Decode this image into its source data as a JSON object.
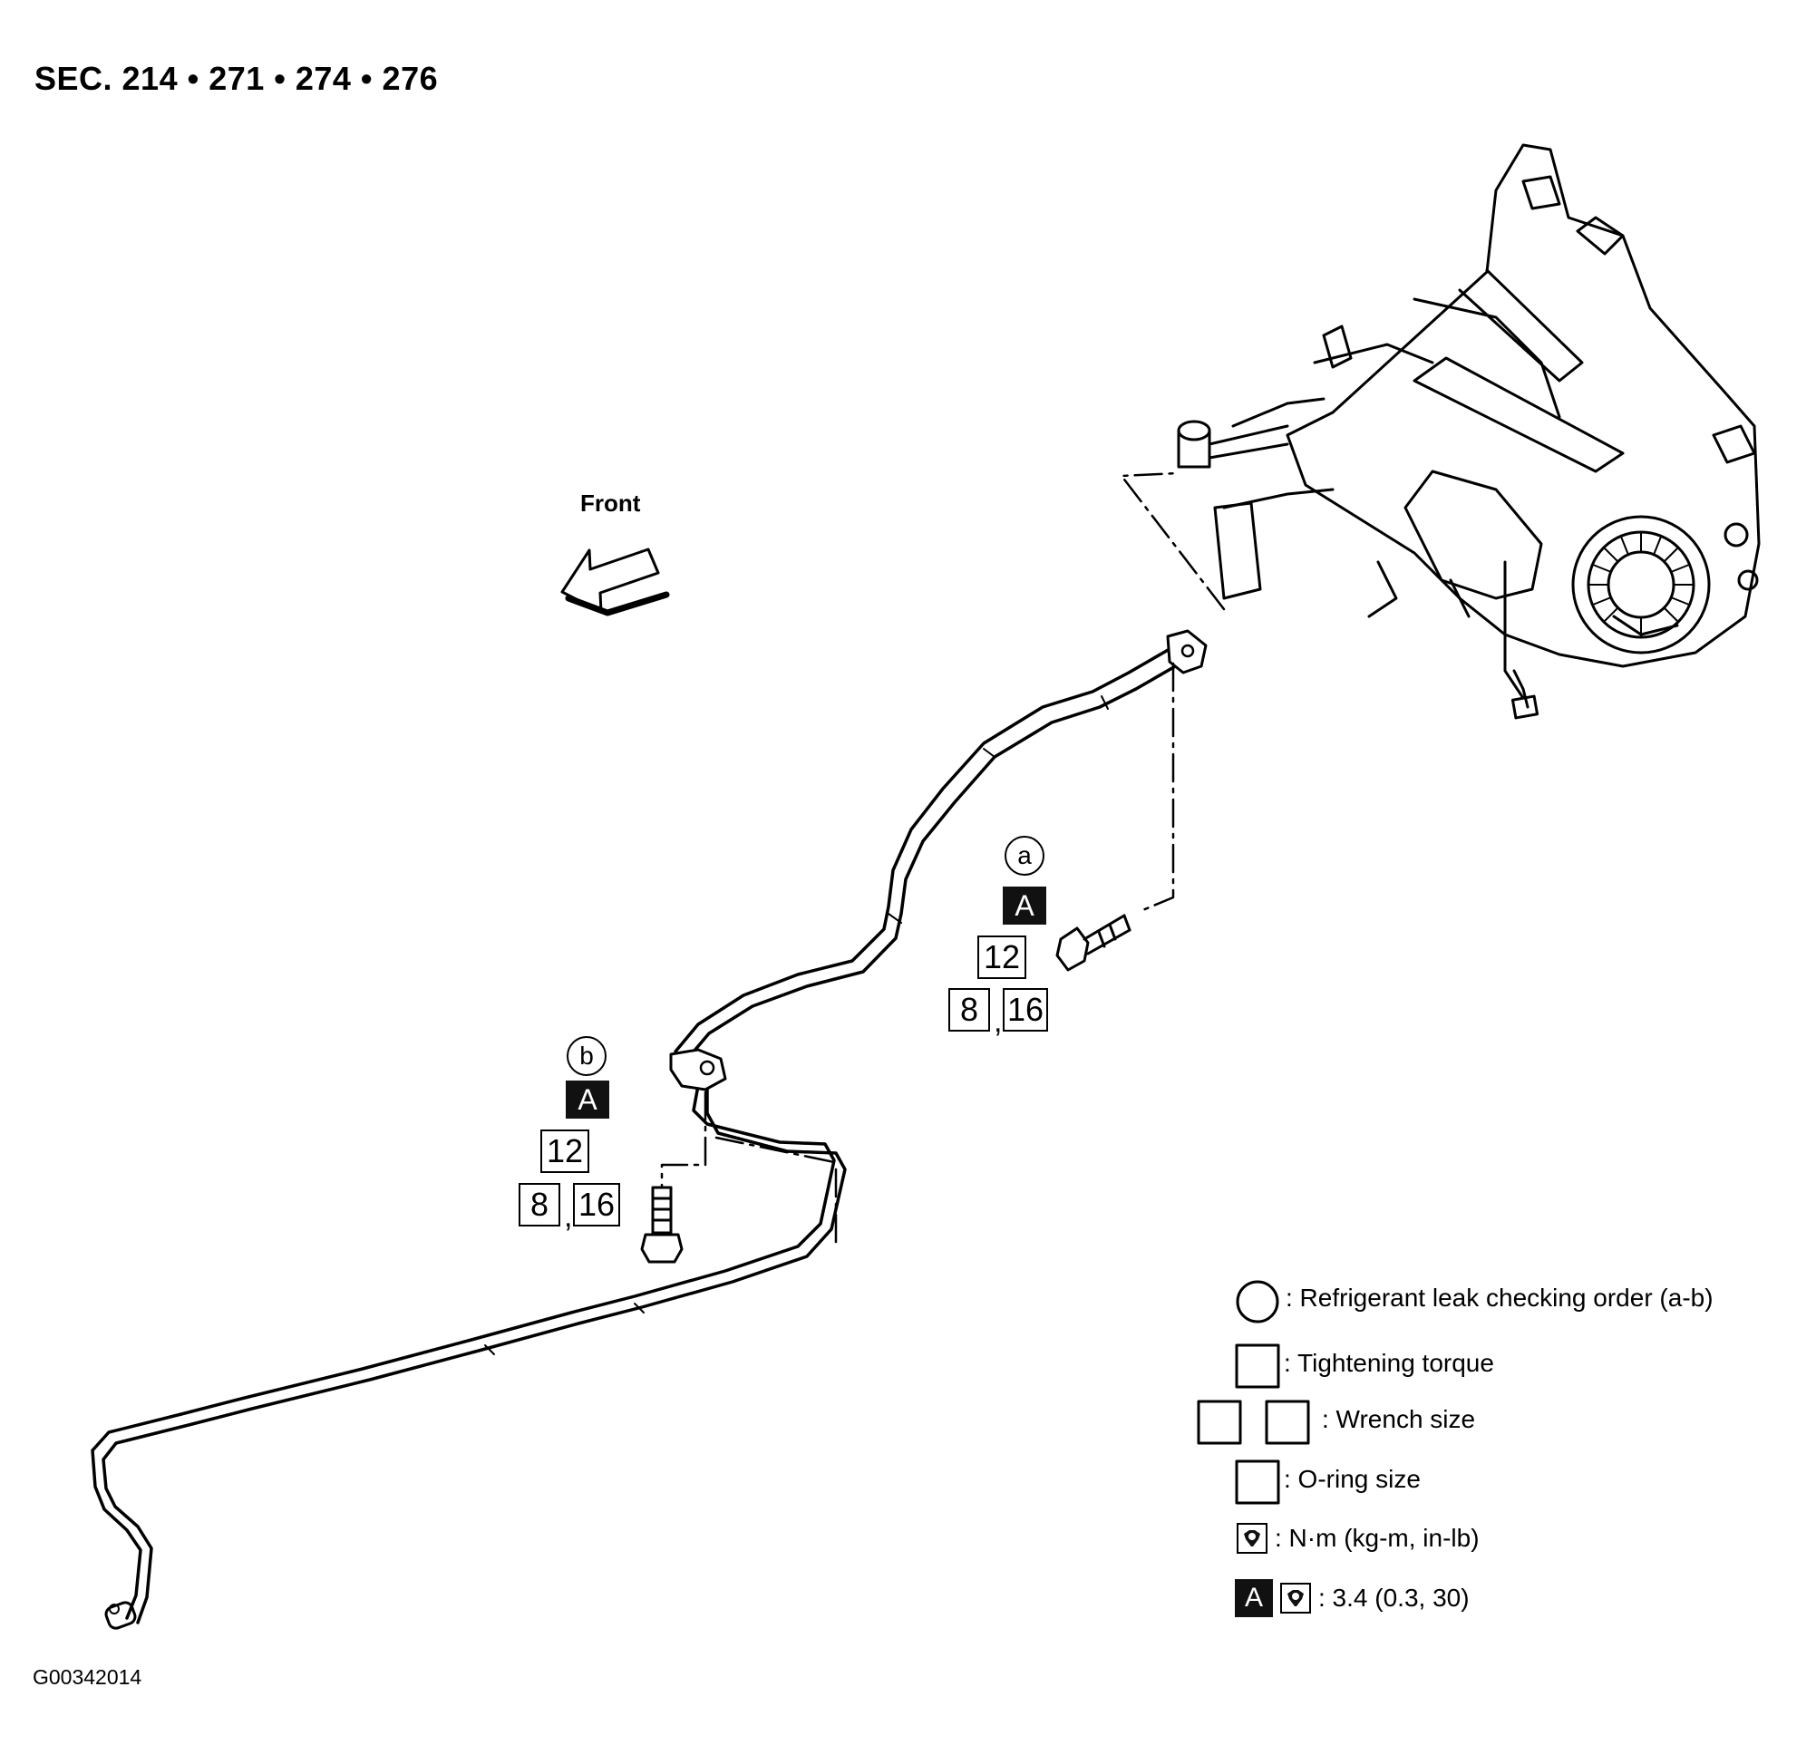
{
  "header": {
    "section": "SEC. 214 • 271 • 274 • 276"
  },
  "orientation": {
    "front_label": "Front"
  },
  "callouts": {
    "a": {
      "order": "a",
      "torque_key": "A",
      "tightening_torque": "12",
      "wrench_size_1": "8",
      "wrench_size_2": "16"
    },
    "b": {
      "order": "b",
      "torque_key": "A",
      "tightening_torque": "12",
      "wrench_size_1": "8",
      "wrench_size_2": "16"
    }
  },
  "legend": {
    "leak_order": ": Refrigerant leak checking order (a-b)",
    "tightening_torque": ": Tightening torque",
    "wrench_size": ": Wrench size",
    "oring_size": ": O-ring size",
    "torque_units": ": N·m (kg-m, in-lb)",
    "torque_key_letter": "A",
    "torque_value": ": 3.4 (0.3, 30)"
  },
  "footer": {
    "figure_id": "G00342014"
  },
  "icons": [
    "front-arrow-icon",
    "bolt-icon",
    "torque-wrench-icon",
    "heater-unit-icon"
  ]
}
